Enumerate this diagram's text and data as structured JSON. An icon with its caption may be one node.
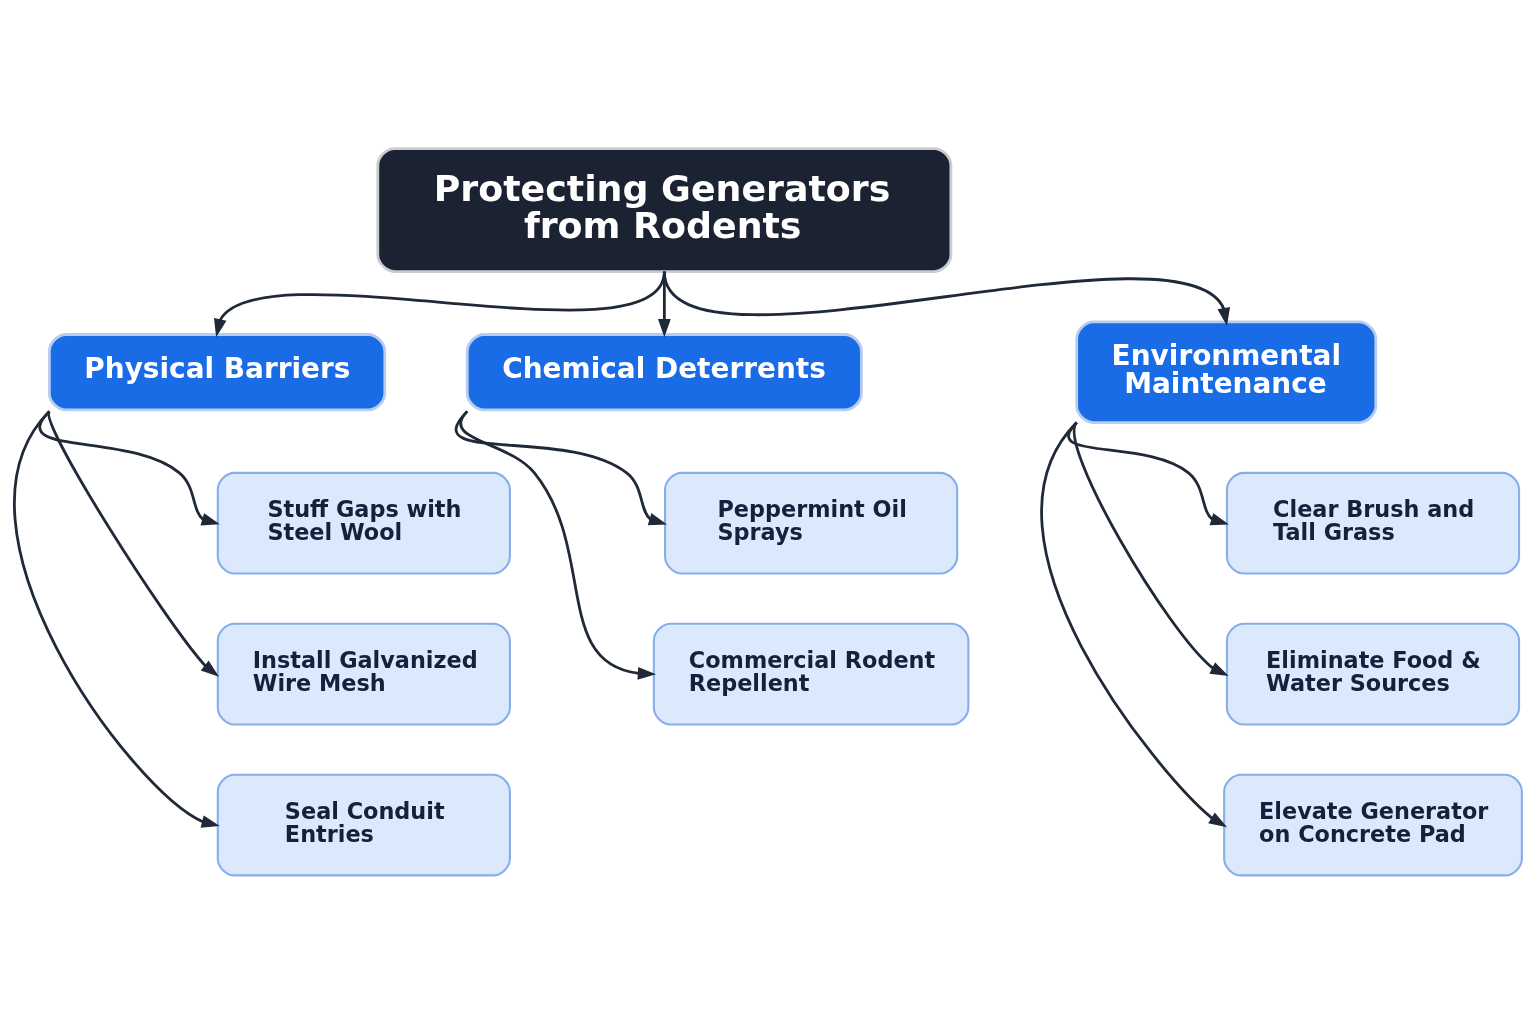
{
  "diagram": {
    "nodes": [
      {
        "text": [
          "Protecting Generators from Rodents"
        ]
      },
      {
        "text": [
          "Physical Barriers"
        ]
      },
      {
        "text": [
          "Chemical Deterrents"
        ]
      },
      {
        "text": [
          "Environmental Maintenance"
        ]
      },
      {
        "text": [
          "Stuff Gaps with Steel Wool"
        ]
      },
      {
        "text": [
          "Install Galvanized Wire Mesh"
        ]
      },
      {
        "text": [
          "Seal Conduit Entries"
        ]
      },
      {
        "text": [
          "Peppermint Oil Sprays"
        ]
      },
      {
        "text": [
          "Commercial Rodent Repellent"
        ]
      },
      {
        "text": [
          "Clear Brush and Tall Grass"
        ]
      },
      {
        "text": [
          "Eliminate Food & Water Sources"
        ]
      },
      {
        "text": [
          "Elevate Generator on Concrete Pad"
        ]
      }
    ],
    "edges": [
      {
        "from": 0,
        "to": 1,
        "arrow": "to"
      },
      {
        "from": 0,
        "to": 2,
        "arrow": "to"
      },
      {
        "from": 0,
        "to": 3,
        "arrow": "to"
      },
      {
        "from": 1,
        "to": 4,
        "arrow": "to"
      },
      {
        "from": 1,
        "to": 5,
        "arrow": "to"
      },
      {
        "from": 1,
        "to": 6,
        "arrow": "to"
      },
      {
        "from": 2,
        "to": 7,
        "arrow": "to"
      },
      {
        "from": 2,
        "to": 8,
        "arrow": "to"
      },
      {
        "from": 3,
        "to": 9,
        "arrow": "to"
      },
      {
        "from": 3,
        "to": 10,
        "arrow": "to"
      },
      {
        "from": 3,
        "to": 11,
        "arrow": "to"
      }
    ]
  }
}
